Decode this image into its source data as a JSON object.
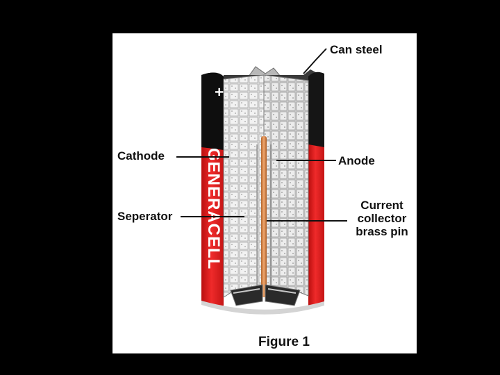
{
  "figure": {
    "caption": "Figure 1",
    "brand_text": "GENERACELL",
    "plus_symbol": "+",
    "labels": {
      "can_steel": "Can steel",
      "cathode": "Cathode",
      "anode": "Anode",
      "separator": "Seperator",
      "current_collector": "Current\ncollector\nbrass pin"
    }
  },
  "colors": {
    "background": "#000000",
    "panel": "#ffffff",
    "can_red": "#e41b1b",
    "can_black": "#111111",
    "cathode_gray": "#d9d9d9",
    "pin_brass": "#d98a4a",
    "leader_line": "#111111"
  }
}
